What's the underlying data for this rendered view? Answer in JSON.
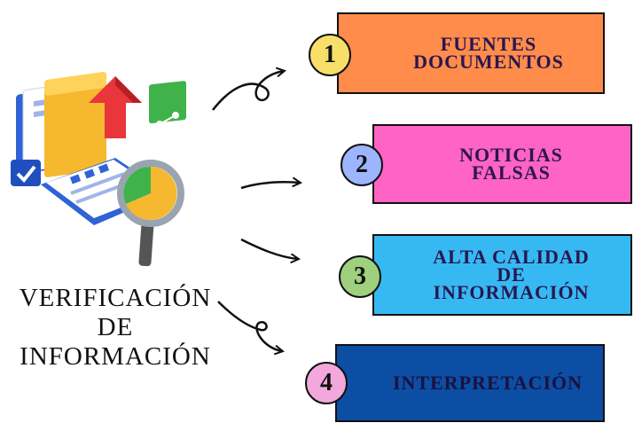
{
  "title_lines": [
    "VERIFICACIÓN",
    "DE",
    "INFORMACIÓN"
  ],
  "steps": [
    {
      "number": "1",
      "lines": [
        "FUENTES",
        "DOCUMENTOS"
      ],
      "box_color": "#ff8c4a",
      "badge_color": "#f7df6a"
    },
    {
      "number": "2",
      "lines": [
        "NOTICIAS",
        "FALSAS"
      ],
      "box_color": "#ff63c3",
      "badge_color": "#9db4ff"
    },
    {
      "number": "3",
      "lines": [
        "ALTA CALIDAD",
        "DE",
        "INFORMACIÓN"
      ],
      "box_color": "#36b9f2",
      "badge_color": "#9ed07e"
    },
    {
      "number": "4",
      "lines": [
        "INTERPRETACIÓN"
      ],
      "box_color": "#0b4ea3",
      "badge_color": "#f3a8dc"
    }
  ]
}
